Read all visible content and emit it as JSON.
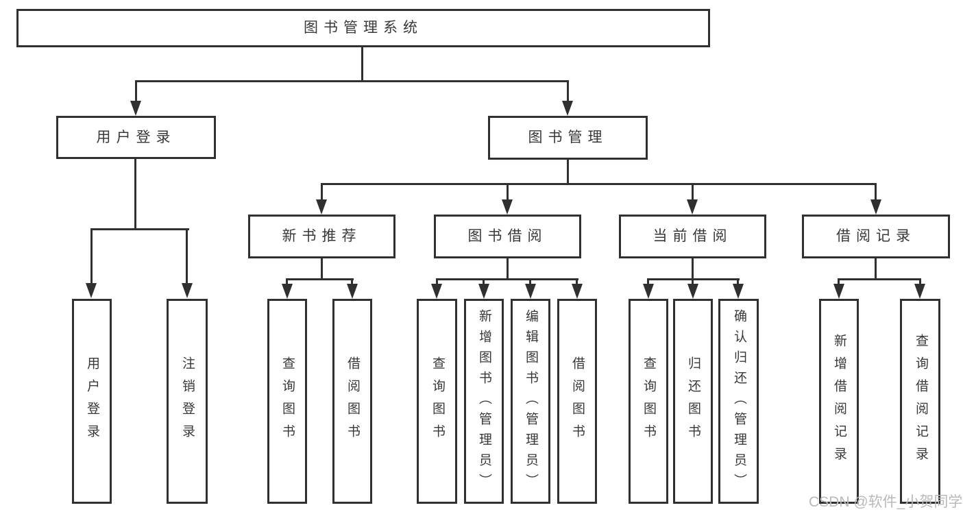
{
  "diagram_title": "图书管理系统",
  "nodes": {
    "root": "图书管理系统",
    "user_login": "用户登录",
    "book_mgmt": "图书管理",
    "new_book_rec": "新书推荐",
    "book_borrow": "图书借阅",
    "current_borrow": "当前借阅",
    "borrow_records": "借阅记录",
    "leaf_user_login": "用户登录",
    "leaf_logout": "注销登录",
    "leaf_nb_query": "查询图书",
    "leaf_nb_borrow": "借阅图书",
    "leaf_bb_query": "查询图书",
    "leaf_bb_add": "新增图书（管理员）",
    "leaf_bb_edit": "编辑图书（管理员）",
    "leaf_bb_borrow": "借阅图书",
    "leaf_cb_query": "查询图书",
    "leaf_cb_return": "归还图书",
    "leaf_cb_confirm": "确认归还（管理员）",
    "leaf_br_add": "新增借阅记录",
    "leaf_br_query": "查询借阅记录"
  },
  "watermark": "CSDN @软件_小贺同学",
  "colors": {
    "line": "#303030",
    "text": "#383838",
    "watermark": "#b9b9b9",
    "background": "#ffffff"
  }
}
